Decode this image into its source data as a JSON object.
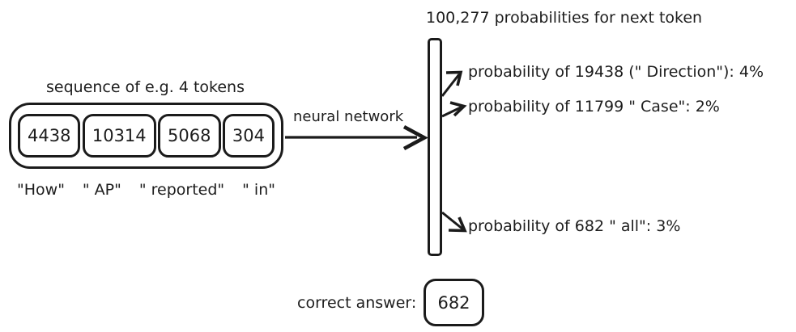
{
  "diagram": {
    "title_hidden": "",
    "sequence": {
      "caption": "sequence of e.g. 4 tokens",
      "tokens": [
        {
          "id": "4438",
          "word": "\"How\""
        },
        {
          "id": "10314",
          "word": "\" AP\""
        },
        {
          "id": "5068",
          "word": "\" reported\""
        },
        {
          "id": "304",
          "word": "\" in\""
        }
      ]
    },
    "transform": {
      "label": "neural network",
      "arrow_icon": "right-arrow-icon"
    },
    "distribution": {
      "title": "100,277 probabilities for next token",
      "vocab_size": "100,277",
      "bar_icon": "vertical-bar-icon",
      "entries": [
        {
          "text": "probability of 19438 (\" Direction\"): 4%",
          "token_id": "19438",
          "token": "\" Direction\"",
          "percent": "4%"
        },
        {
          "text": "probability of 11799 \" Case\": 2%",
          "token_id": "11799",
          "token": "\" Case\"",
          "percent": "2%"
        },
        {
          "text": "probability of 682 \" all\": 3%",
          "token_id": "682",
          "token": "\" all\"",
          "percent": "3%"
        }
      ]
    },
    "answer": {
      "label": "correct answer:",
      "value": "682"
    },
    "colors": {
      "stroke": "#1b1b1b",
      "text": "#1d1d1d",
      "background": "#ffffff"
    }
  }
}
